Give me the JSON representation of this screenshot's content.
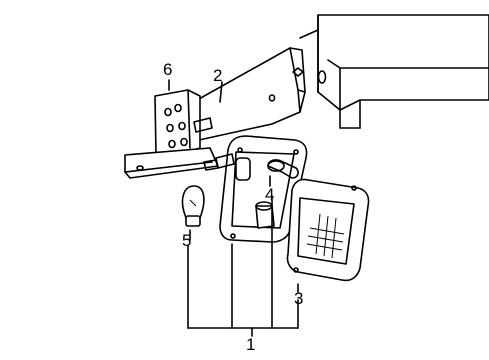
{
  "diagram": {
    "callouts": [
      {
        "id": "1",
        "label": "1"
      },
      {
        "id": "2",
        "label": "2"
      },
      {
        "id": "3",
        "label": "3"
      },
      {
        "id": "4",
        "label": "4"
      },
      {
        "id": "5",
        "label": "5"
      },
      {
        "id": "6",
        "label": "6"
      }
    ],
    "colors": {
      "line": "#000000",
      "fill": "#ffffff"
    }
  }
}
